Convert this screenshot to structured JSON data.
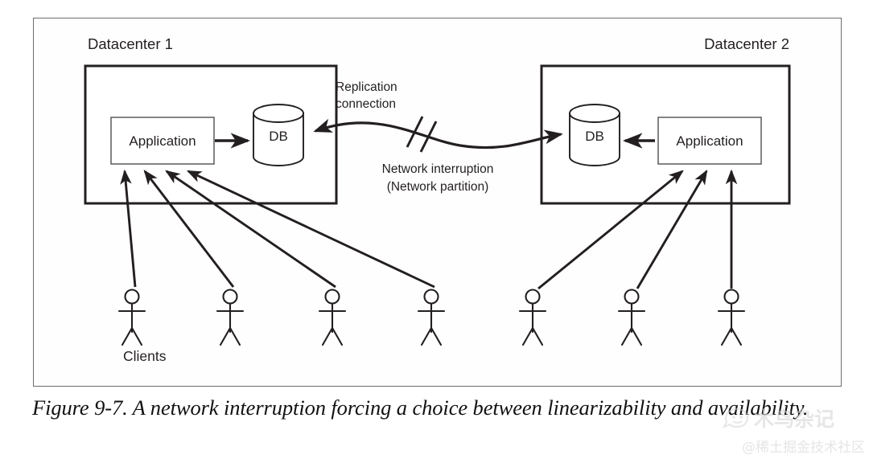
{
  "figure": {
    "caption": "Figure 9-7. A network interruption forcing a choice between linearizability and availability.",
    "frame_color": "#6d6d6d",
    "ink_color": "#231f20"
  },
  "diagram": {
    "type": "architecture-diagram",
    "datacenters": [
      {
        "id": "datacenter-1",
        "label": "Datacenter 1",
        "nodes": [
          {
            "id": "app-1",
            "shape": "rectangle",
            "label": "Application"
          },
          {
            "id": "db-1",
            "shape": "cylinder",
            "label": "DB"
          }
        ],
        "internal_edge": {
          "from": "app-1",
          "to": "db-1",
          "direction": "right"
        },
        "client_count": 4
      },
      {
        "id": "datacenter-2",
        "label": "Datacenter 2",
        "nodes": [
          {
            "id": "db-2",
            "shape": "cylinder",
            "label": "DB"
          },
          {
            "id": "app-2",
            "shape": "rectangle",
            "label": "Application"
          }
        ],
        "internal_edge": {
          "from": "app-2",
          "to": "db-2",
          "direction": "left"
        },
        "client_count": 3
      }
    ],
    "link": {
      "id": "replication-link",
      "label_line1": "Replication",
      "label_line2": "connection",
      "from": "db-1",
      "to": "db-2",
      "bidirectional": true,
      "broken": true,
      "break_marker": "double-slash",
      "break_label_line1": "Network interruption",
      "break_label_line2": "(Network partition)"
    },
    "clients_label": "Clients",
    "client_total": 7
  },
  "watermark": {
    "bird_icon": "bird-icon",
    "title": "木鸟杂记",
    "handle": "@稀土掘金技术社区"
  }
}
